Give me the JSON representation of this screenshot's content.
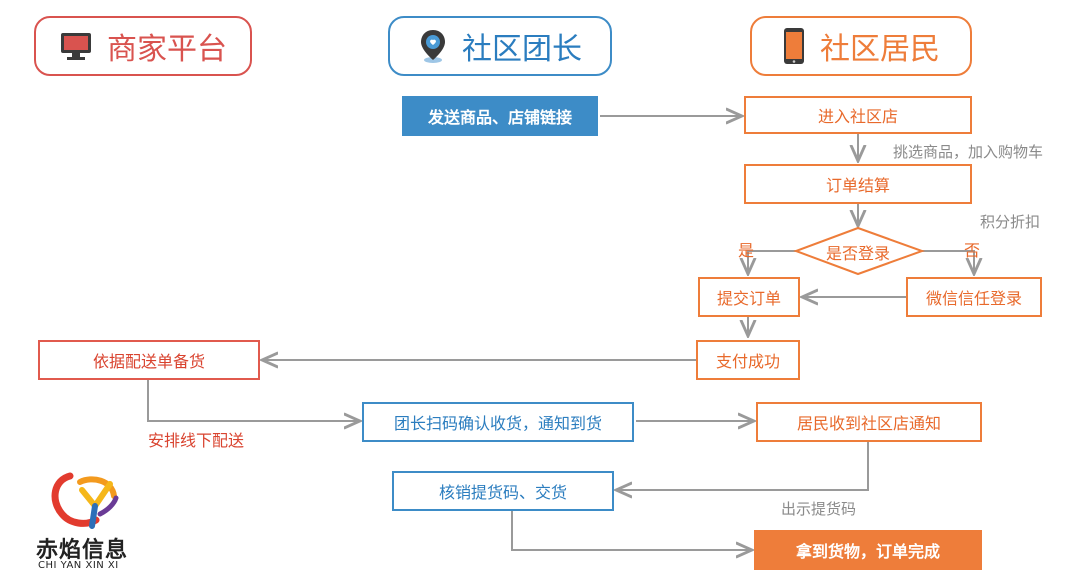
{
  "lanes": {
    "merchant": "商家平台",
    "leader": "社区团长",
    "resident": "社区居民"
  },
  "nodes": {
    "send_link": "发送商品、店铺链接",
    "enter_store": "进入社区店",
    "checkout": "订单结算",
    "logged_in": "是否登录",
    "submit_order": "提交订单",
    "wechat_login": "微信信任登录",
    "pay_success": "支付成功",
    "prepare_goods": "依据配送单备货",
    "confirm_receipt": "团长扫码确认收货，通知到货",
    "resident_notified": "居民收到社区店通知",
    "verify_code": "核销提货码、交货",
    "complete": "拿到货物，订单完成"
  },
  "annotations": {
    "pick_goods": "挑选商品，加入购物车",
    "points_discount": "积分折扣",
    "yes": "是",
    "no": "否",
    "offline_delivery": "安排线下配送",
    "show_code": "出示提货码"
  },
  "brand": {
    "name_cn": "赤焰信息",
    "name_en": "CHI YAN XIN XI"
  },
  "colors": {
    "orange": "#ee7d3a",
    "blue": "#3d8cc7",
    "red": "#e15a4e",
    "arrow_gray": "#9a9a9a"
  }
}
